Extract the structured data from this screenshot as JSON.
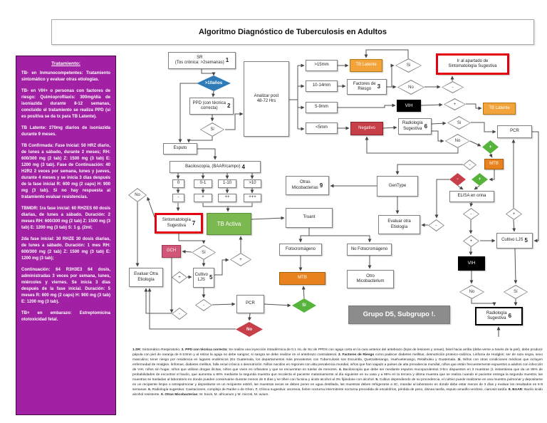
{
  "title": "Algoritmo Diagnóstico de Tuberculosis en Adultos",
  "sidebar": {
    "heading": "Tratamiento:",
    "paragraphs": [
      "TB- en Inmunocompetentes: Tratamiento sintomático y evaluar otras etiologías.",
      "TB- en VIH+ o personas con factores de riesgo: Quimioprofilaxis: 300mg/día de isoniazida durante 8-12 semanas, concluido el tratamiento se realiza PPD (si es positiva se da tx para TB Latente).",
      "TB Latente: 270mg diarios de isoniazida durante 9 meses.",
      "TB Confirmada: Fase Inicial: 50 HRZ diario, de lunes a sábado, durante 2 meses; RH: 600/300 mg (2 tab) Z: 1500 mg (3 tab) E: 1200 mg (3 tab). Fase de Continuación: 40 H2R2 2 veces por semana, lunes y jueves, durante 4 meses y se inicia 3 días después de la fase inicial R: 600 mg (2 caps) H: 900 mg (3 tab). Si no hay respuesta al tratamiento evaluar resistencias.",
      "TBMDR: 1ra fase inicial: 60 RHZES 60 dosis diarias, de lunes a sábado. Duración: 2 meses RH: 600/300 mg (2 tab) Z: 1500 mg (3 tab) E: 1200 mg (3 tab) S: 1 g. (2ml;",
      "2da fase inicial: 30 RHZE 30 dosis diarias, de lunes a sábado. Duración: 1 mes RH: 600/300 mg (2 tab) Z: 1500 mg (3 tab) E: 1200 mg (3 tab);",
      "Continuación: 64 R3H3E3 64 dosis, administradas 3 veces por semana, lunes, miércoles y viernes. Se inicia 3 días después de la fase inicial. Duración: 5 meses R: 600 mg (2 caps) H: 900 mg (3 tab) E: 1200 mg (3 tab).",
      "TB+ en embarazo: Estreptomicina ototoxicidad fetal."
    ]
  },
  "nodes": {
    "sr": {
      "label": "SR\n(Tos crónica: >2semanas)",
      "num": "1"
    },
    "ppd": {
      "label": "PPD (con técnica\ncorrecta)",
      "num": "2"
    },
    "esputo": {
      "label": "Esputo"
    },
    "bacilo": {
      "label": "Baciloscopía, (BAAR/campo)",
      "num": "4"
    },
    "analizar": {
      "label": "Analizar post\n48-72 Hrs"
    },
    "m15": {
      "label": ">15mm"
    },
    "tblat1": {
      "label": "TB Latente"
    },
    "m1014": {
      "label": "10-14mm"
    },
    "factores": {
      "label": "Factores de\nRiesgo",
      "num": "3"
    },
    "m59": {
      "label": "5-9mm"
    },
    "vih1": {
      "label": "VIH"
    },
    "m5": {
      "label": "<5mm"
    },
    "negativo": {
      "label": "Negativo"
    },
    "radsug1": {
      "label": "Radiología\nSugestiva",
      "num": "6"
    },
    "irapartado": {
      "label": "Ir al apartado de\nSintomatología Sugestiva"
    },
    "tblat2": {
      "label": "TB Latente"
    },
    "pcr1": {
      "label": "PCR"
    },
    "mtb1": {
      "label": "MTB"
    },
    "elisa": {
      "label": "ELISA en orina"
    },
    "cultivo2": {
      "label": "Cultivo LJS",
      "num": "5"
    },
    "vih2": {
      "label": "VIH"
    },
    "radsug2": {
      "label": "Radiología\nSugestiva",
      "num": "6"
    },
    "otras": {
      "label": "Otras\nMicobacterias",
      "num": "9"
    },
    "gentype": {
      "label": "GenType"
    },
    "truant": {
      "label": "Truant"
    },
    "evaluar2": {
      "label": "Evaluar otra\nEtiología"
    },
    "foto": {
      "label": "Fotocromágeno"
    },
    "nofoto": {
      "label": "No Fotocromágeno"
    },
    "mtb2": {
      "label": "MTB"
    },
    "otromico": {
      "label": "Otro\nMicobacterium"
    },
    "b0": {
      "label": "0"
    },
    "b01": {
      "label": "0-1"
    },
    "b110": {
      "label": "1-10"
    },
    "b10": {
      "label": ">10"
    },
    "r0": {
      "label": "-"
    },
    "r1": {
      "label": "+"
    },
    "r2": {
      "label": "++"
    },
    "r3": {
      "label": "+++"
    },
    "sintomat": {
      "label": "Sintomatología\nSugestiva",
      "num": "7"
    },
    "tbactiva": {
      "label": "TB Activa"
    },
    "gch": {
      "label": "GCH"
    },
    "evaluar1": {
      "label": "Evaluar Otra\nEtiología"
    },
    "cultivo1": {
      "label": "Cultivo\nLJS",
      "num": "5"
    },
    "pcr2": {
      "label": "PCR"
    },
    "grupods": {
      "label": "Grupo D5, Subgrupo !."
    },
    "d10anos": {
      "label": ">10años"
    },
    "dsi1": {
      "label": "Si"
    },
    "dsi2": {
      "label": "Si"
    },
    "dno1": {
      "label": "No"
    },
    "dneg1": {
      "label": "-"
    },
    "dpos1": {
      "label": "+"
    },
    "dsi3": {
      "label": "Si"
    },
    "dno2": {
      "label": "No"
    },
    "dposg1": {
      "label": "+"
    },
    "dneg2": {
      "label": "-"
    },
    "dnegr": {
      "label": "-"
    },
    "dposg2": {
      "label": "+"
    },
    "dneg3": {
      "label": "-"
    },
    "dpos2": {
      "label": "+"
    },
    "dneg4": {
      "label": "-"
    },
    "dpos3": {
      "label": "+"
    },
    "dno3": {
      "label": "No"
    },
    "dsi4": {
      "label": "Sí"
    },
    "dno4": {
      "label": "No"
    },
    "dsi5": {
      "label": "Sí"
    },
    "dpos4": {
      "label": "+"
    },
    "dpos5": {
      "label": "+"
    },
    "dneg5": {
      "label": "-"
    },
    "dnored": {
      "label": "No"
    },
    "dneg6": {
      "label": "-"
    },
    "dsig": {
      "label": "Sí"
    }
  },
  "footnotes": {
    "items": [
      {
        "n": "1.SR:",
        "t": " Sintomático Respiratorio. "
      },
      {
        "n": "2. PPD con técnica correcta:",
        "t": " Se realiza una inyección intradérmica de 0.1 mL de SU de PPDS con aguja corta en la cara anterior del antebrazo (lejos de lesiones y venas), bisel hacia arriba (debe verse a través de la piel), debe producir pápula con piel de naranja de 6-10mm y al retirar la aguja no debe sangrar; si sangra se debe realizar en el antebrazo contralateral. "
      },
      {
        "n": "3. Factores de Riesgo",
        "t": " como padecer diabetes mellitus, desnutrición proteico-calórica, Linfoma de Hodgkin; ser de raza negra, sexo masculino; tener riesgo por residencia en lugares endémicos (En Guatemala, los departamentos más prevalentes con Tuberculosis son Escuintla, Quetzaltenango, Huehuetenango, Retalhuleu y Guatemala. "
      },
      {
        "n": "3i.",
        "t": " Niños con otras condiciones médicas que incluyen enfermedad de Hodgkin, linfomas, diabetes mellitus, falla renal crónica o desnutrición. Niños nacidos en regiones con alta prevalencia mundial, niños que han viajado a países de alta prevalencia mundial, niños que están frecuentemente expuestos a adultos con infección de VIH, niños sin hogar, niños que utilizan drogas ilícitas, niños que viven en orfanatos y que se encuentran en tutelar de menores. "
      },
      {
        "n": "4.",
        "t": " Baciloscopía que debe ser mediante esputos mucopurulentos 3-5cc dispuestos en 3 muestras (1 instantánea que da un 85% de probabilidades de encontrar el bacilo, que aumenta a 90% mediante la segunda muestra que recolecta el paciente matutinamente al día siguiente en su casa y a 95% en la tercera y última muestra que se realiza cuando el paciente entrega la segunda muestra; las muestras se trasladan al laboratorio en donde pueden conservarse durante menos de 5 días y se tiñen con fucsina y ácido alcohol al 3% fijándose con alcohol. "
      },
      {
        "n": "5.",
        "t": " Cultivo dependiendo de su procedencia, el cultivo puede realizarse en una muestra pulmonar y depositarse en un recipiente limpio o extrapulmonar y depositarse en un recipiente estéril, las muestras secas se deben poner en agua destilada, las muestras deben refrigerarse a 4C, mandar al laboratorio en donde debe estar menos de 3 días y evaluar los resultados en 6-8 semanas. "
      },
      {
        "n": "6.",
        "t": " Radiología sugestiva: Cavitaciones, complejo de Ranke o de Ghon. "
      },
      {
        "n": "7.",
        "t": " Clínica sugestiva: anorexia, fiebre nocturna intermitente nocturna precedida de escalofríos, pérdida de peso, disnea tardía, esputo amarillo-verdoso, cianosis tardía. "
      },
      {
        "n": "8. BAAR:",
        "t": " Bacilo ácido alcohol resistente. "
      },
      {
        "n": "9. Otras Micobacterias:",
        "t": " M. bovis, M. africanum y M. microti, M. avium."
      }
    ]
  }
}
